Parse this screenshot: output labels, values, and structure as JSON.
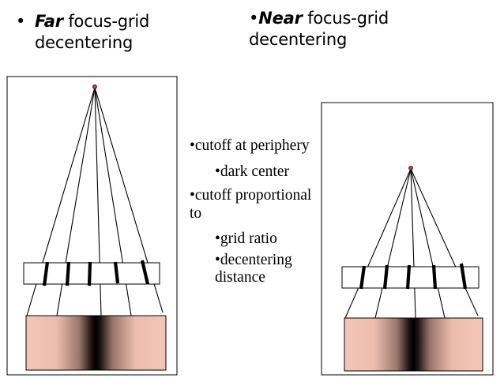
{
  "titles": {
    "left": {
      "bullet": "•",
      "emphasis": "Far",
      "rest_line1": " focus-grid",
      "line2": "decentering"
    },
    "right": {
      "bullet": "•",
      "emphasis": "Near",
      "rest_line1": " focus-grid",
      "line2": "decentering"
    }
  },
  "bullets": [
    {
      "level": 1,
      "text": "•cutoff at periphery"
    },
    {
      "level": 2,
      "text": "•dark center"
    },
    {
      "level": 1,
      "text": "•cutoff proportional to"
    },
    {
      "level": 2,
      "text": "•grid ratio"
    },
    {
      "level": 2,
      "text": "•decentering distance"
    }
  ],
  "colors": {
    "film_edge": "#f3c7b8",
    "film_center": "#000000",
    "focal_point": "#cc3322",
    "stroke": "#000000"
  }
}
